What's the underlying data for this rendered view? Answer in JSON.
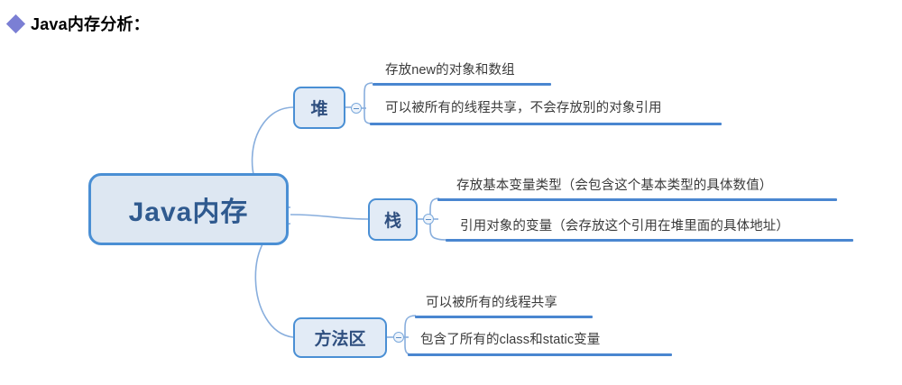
{
  "title": {
    "bullet_icon": "diamond-icon",
    "text": "Java内存分析：",
    "bullet_color": "#7b7fd4"
  },
  "colors": {
    "node_fill": "#dfe8f3",
    "node_border": "#4a8fd4",
    "node_text": "#2f5a8f",
    "connector": "#88aedd",
    "underline": "#4a86d0",
    "leaf_text": "#3a3a3a",
    "background": "#ffffff"
  },
  "mindmap": {
    "root": {
      "label": "Java内存"
    },
    "branches": [
      {
        "label": "堆",
        "toggle": "minus",
        "leaves": [
          "存放new的对象和数组",
          "可以被所有的线程共享，不会存放别的对象引用"
        ]
      },
      {
        "label": "栈",
        "toggle": "minus",
        "leaves": [
          "存放基本变量类型（会包含这个基本类型的具体数值）",
          "引用对象的变量（会存放这个引用在堆里面的具体地址）"
        ]
      },
      {
        "label": "方法区",
        "toggle": "minus",
        "leaves": [
          "可以被所有的线程共享",
          "包含了所有的class和static变量"
        ]
      }
    ]
  }
}
